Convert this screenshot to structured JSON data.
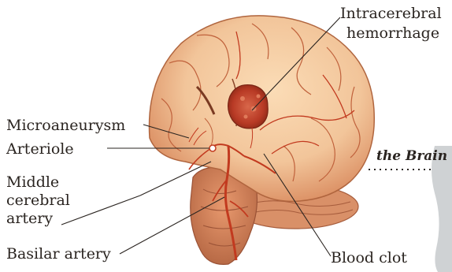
{
  "labels": {
    "intracerebral_hemorrhage_line1": "Intracerebral",
    "intracerebral_hemorrhage_line2": "hemorrhage",
    "microaneurysm": "Microaneurysm",
    "arteriole": "Arteriole",
    "middle_cerebral_artery_line1": "Middle",
    "middle_cerebral_artery_line2": "cerebral",
    "middle_cerebral_artery_line3": "artery",
    "basilar_artery": "Basilar artery",
    "blood_clot": "Blood clot"
  },
  "side_caption": "the Brain",
  "colors": {
    "brain_tissue": "#f2c59a",
    "brain_shadow": "#d98a5e",
    "gyrus_line": "#c0623c",
    "artery": "#c23a1f",
    "hemorrhage": "#b83a25",
    "leader_line": "#2a2420"
  }
}
